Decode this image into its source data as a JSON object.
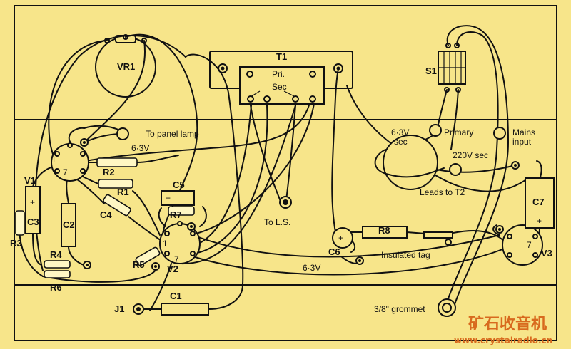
{
  "labels": {
    "vr1": "VR1",
    "t1": "T1",
    "pri": "Pri.",
    "sec": "Sec",
    "s1": "S1",
    "to_panel_lamp": "To panel lamp",
    "v63_top": "6·3V",
    "v1": "V1",
    "c3": "C3",
    "c2": "C2",
    "r3": "R3",
    "r2": "R2",
    "r1": "R1",
    "c4": "C4",
    "r4": "R4",
    "r6": "R6",
    "c5": "C5",
    "r7": "R7",
    "r5": "R5",
    "v2": "V2",
    "to_ls": "To L.S.",
    "r8": "R8",
    "c6": "C6",
    "insulated_tag": "Insulated tag",
    "v63_mid": "6·3V",
    "v63_sec_a": "6·3V",
    "v63_sec_b": "sec",
    "primary": "Primary",
    "mains_a": "Mains",
    "mains_b": "input",
    "v220_sec": "220V sec",
    "leads_to_t2": "Leads to T2",
    "c7": "C7",
    "v3": "V3",
    "j1": "J1",
    "c1": "C1",
    "grommet": "3/8\" grommet",
    "pin1_v1": "1",
    "pin7_v1": "7",
    "pin1_v2": "1",
    "pin7_v2": "7",
    "pin7_v3": "7",
    "plus": "+"
  },
  "watermark": {
    "title": "矿石收音机",
    "url": "www.crystalradio.cn"
  },
  "colors": {
    "background": "#f7e58a",
    "ink": "#111111",
    "watermark": "#d86a1e"
  }
}
